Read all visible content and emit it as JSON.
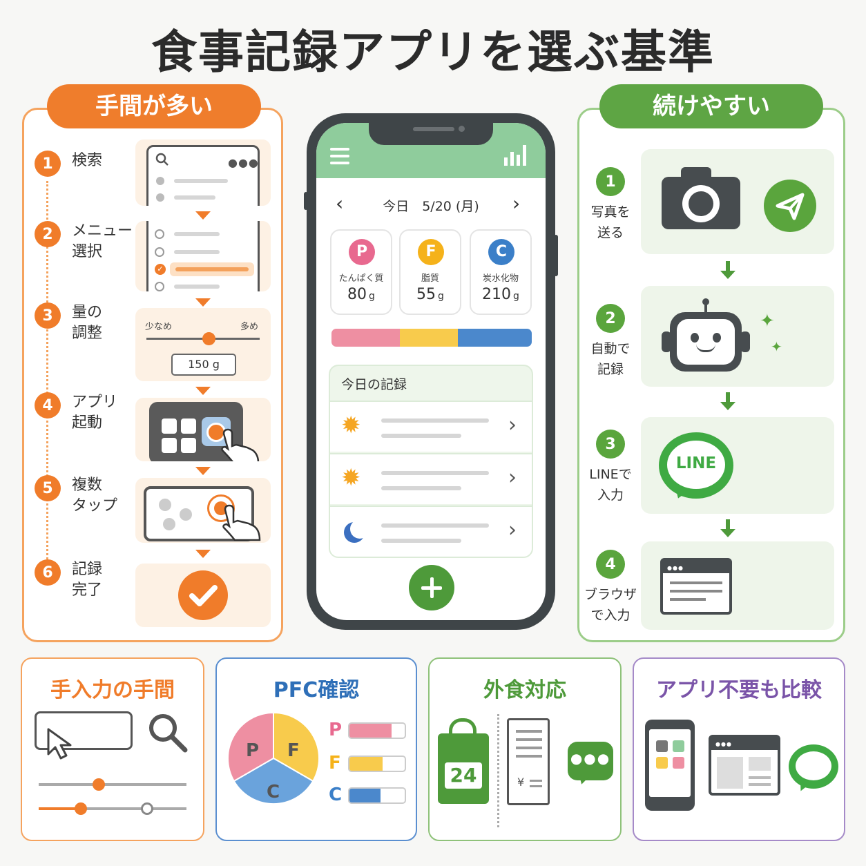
{
  "title": "食事記録アプリを選ぶ基準",
  "left": {
    "header": "手間が多い",
    "steps": [
      {
        "num": "1",
        "label": "検索"
      },
      {
        "num": "2",
        "label": "メニュー\n選択"
      },
      {
        "num": "3",
        "label": "量の\n調整"
      },
      {
        "num": "4",
        "label": "アプリ\n起動"
      },
      {
        "num": "5",
        "label": "複数\nタップ"
      },
      {
        "num": "6",
        "label": "記録\n完了"
      }
    ],
    "slider": {
      "min_label": "少なめ",
      "max_label": "多め",
      "value": "150 g",
      "level": 0.55
    }
  },
  "phone": {
    "date": "今日　5/20 (月)",
    "nutrients": [
      {
        "letter": "P",
        "name": "たんぱく質",
        "value": "80",
        "unit": "g",
        "color": "#e8698f"
      },
      {
        "letter": "F",
        "name": "脂質",
        "value": "55",
        "unit": "g",
        "color": "#f5b21a"
      },
      {
        "letter": "C",
        "name": "炭水化物",
        "value": "210",
        "unit": "g",
        "color": "#3b7fc8"
      }
    ],
    "bar": [
      {
        "color": "#ee8fa2",
        "share": 0.34
      },
      {
        "color": "#f8cb4c",
        "share": 0.29
      },
      {
        "color": "#4b88cc",
        "share": 0.37
      }
    ],
    "log_title": "今日の記録",
    "meals": [
      {
        "icon": "sun-icon"
      },
      {
        "icon": "sun-icon"
      },
      {
        "icon": "moon-icon"
      }
    ]
  },
  "right": {
    "header": "続けやすい",
    "steps": [
      {
        "num": "1",
        "label": "写真を\n送る"
      },
      {
        "num": "2",
        "label": "自動で\n記録"
      },
      {
        "num": "3",
        "label": "LINEで\n入力"
      },
      {
        "num": "4",
        "label": "ブラウザ\nで入力"
      }
    ],
    "line_logo": "LINE"
  },
  "bottom": [
    {
      "title": "手入力の手間",
      "color": "#f07c2a"
    },
    {
      "title": "PFC確認",
      "color": "#2e6fb8",
      "pie": [
        "P",
        "F",
        "C"
      ],
      "bars": [
        "P",
        "F",
        "C"
      ]
    },
    {
      "title": "外食対応",
      "color": "#4e9a3a",
      "bag_number": "24",
      "receipt_mark": "¥"
    },
    {
      "title": "アプリ不要も比較",
      "color": "#7a54a8"
    }
  ],
  "colors": {
    "orange": "#f07c2a",
    "green": "#5aa53d",
    "phone_header": "#8fcc9c"
  }
}
